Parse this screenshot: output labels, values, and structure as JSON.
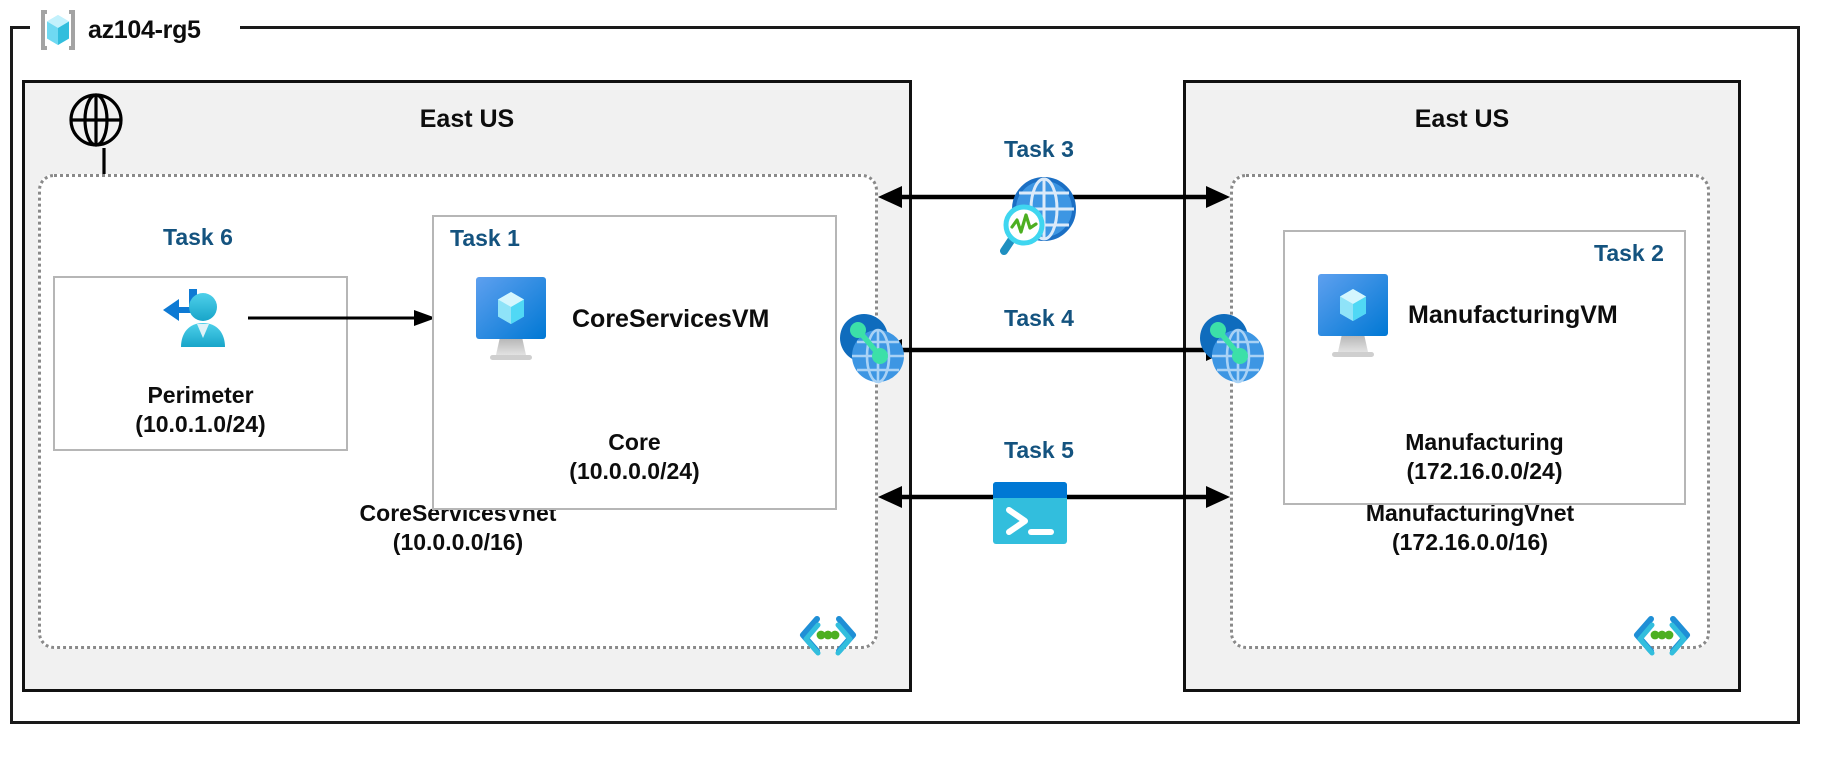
{
  "diagram": {
    "resource_group": {
      "name": "az104-rg5",
      "icon": "azure-resource-group-icon"
    },
    "regions": [
      {
        "id": "left",
        "title": "East US"
      },
      {
        "id": "right",
        "title": "East US"
      }
    ],
    "vnets": [
      {
        "id": "core-services-vnet",
        "name": "CoreServicesVnet",
        "cidr": "(10.0.0.0/16)",
        "icon": "vnet-icon"
      },
      {
        "id": "manufacturing-vnet",
        "name": "ManufacturingVnet",
        "cidr": "(172.16.0.0/16)",
        "icon": "vnet-icon"
      }
    ],
    "subnets": [
      {
        "id": "perimeter",
        "task": "Task 6",
        "name": "Perimeter",
        "cidr": "(10.0.1.0/24)",
        "icon": "user-inbound-icon"
      },
      {
        "id": "core",
        "task": "Task 1",
        "name": "Core",
        "cidr": "(10.0.0.0/24)",
        "vm": "CoreServicesVM",
        "icon": "virtual-machine-icon"
      },
      {
        "id": "manufacturing",
        "task": "Task 2",
        "name": "Manufacturing",
        "cidr": "(172.16.0.0/24)",
        "vm": "ManufacturingVM",
        "icon": "virtual-machine-icon"
      }
    ],
    "connections": [
      {
        "id": "task3",
        "task": "Task 3",
        "icon": "network-watcher-icon",
        "direction": "bidirectional"
      },
      {
        "id": "task4",
        "task": "Task 4",
        "icon": "vnet-peering-icon",
        "direction": "bidirectional"
      },
      {
        "id": "task5",
        "task": "Task 5",
        "icon": "cloud-shell-icon",
        "direction": "bidirectional"
      }
    ],
    "internet": {
      "icon": "internet-globe-icon"
    },
    "colors": {
      "task_label": "#14537f",
      "region_fill": "#f1f1f1",
      "region_border": "#111111",
      "vnet_border": "#8a8a8a",
      "subnet_border": "#b6b6b6",
      "azure_blue": "#0078d4",
      "cyan": "#32bedd",
      "green_dot": "#4caf21"
    }
  }
}
